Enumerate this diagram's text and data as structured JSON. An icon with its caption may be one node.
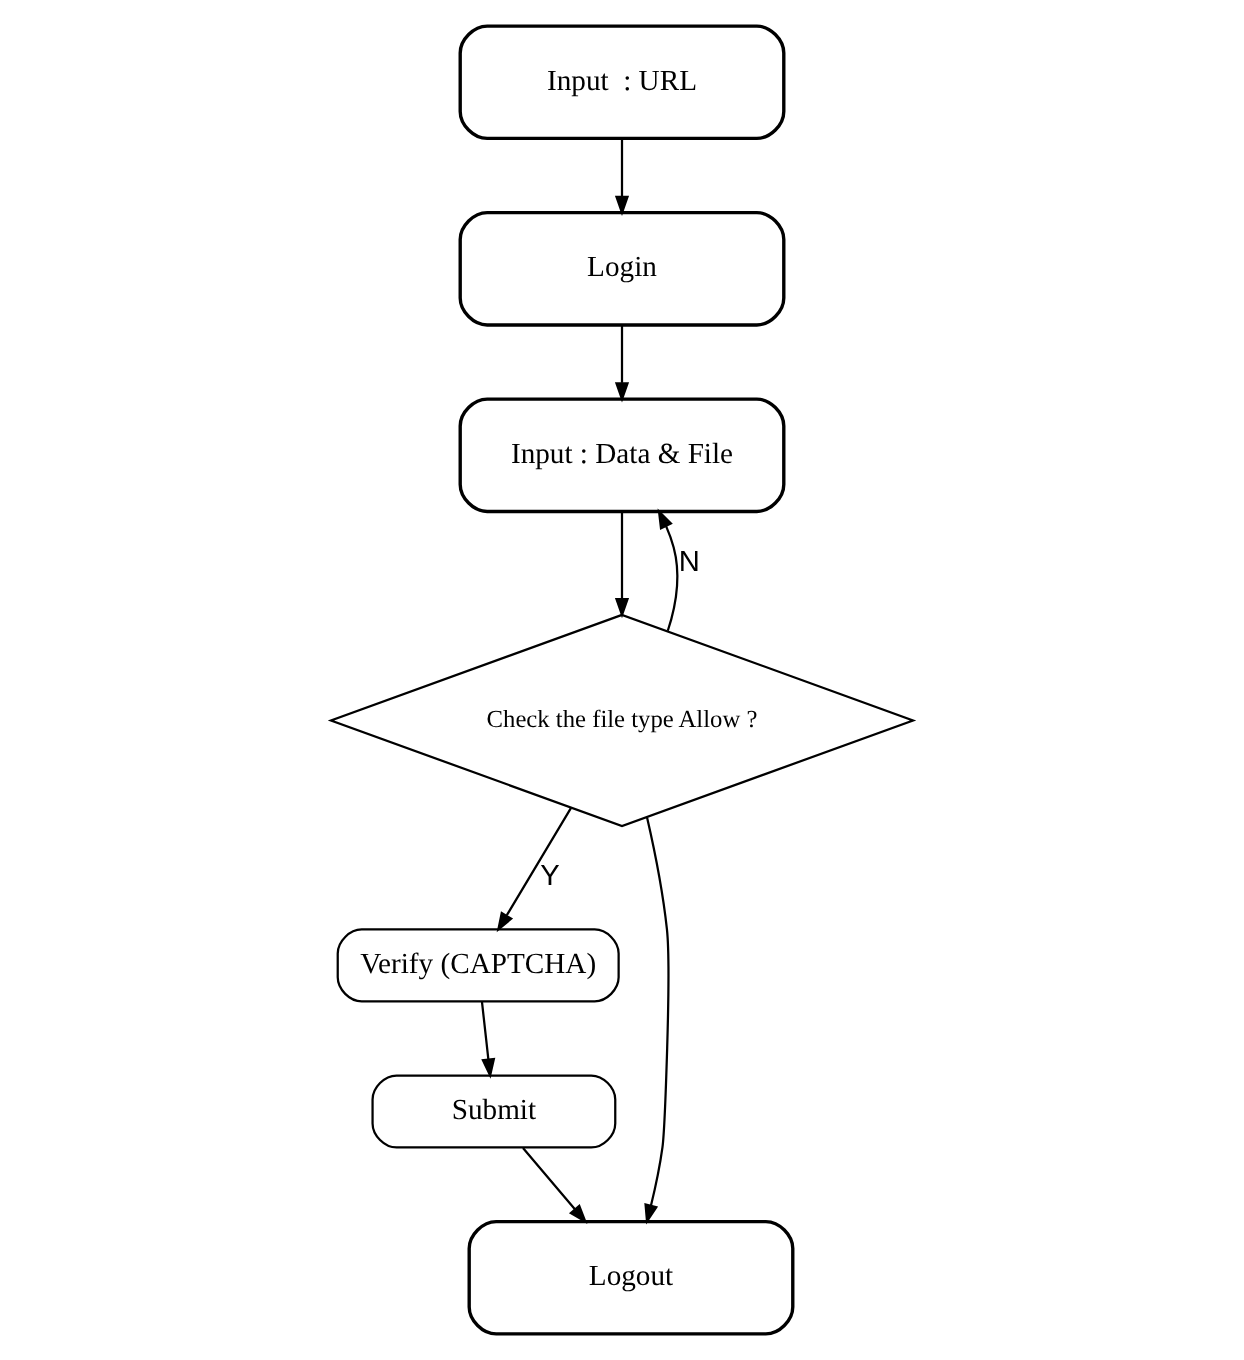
{
  "diagram": {
    "nodes": [
      {
        "text": [
          "Input  : URL"
        ]
      },
      {
        "text": [
          "Login"
        ]
      },
      {
        "text": [
          "Input : Data & File"
        ]
      },
      {
        "text": [
          "Check the file type Allow ?"
        ]
      },
      {
        "text": [
          "Verify (CAPTCHA)"
        ]
      },
      {
        "text": [
          "Submit"
        ]
      },
      {
        "text": [
          "Logout"
        ]
      }
    ],
    "edges": [
      {
        "from": 0,
        "to": 1,
        "arrow": "to"
      },
      {
        "from": 1,
        "to": 2,
        "arrow": "to"
      },
      {
        "from": 2,
        "to": 3,
        "arrow": "to"
      },
      {
        "from": 3,
        "to": 2,
        "arrow": "to",
        "label": "N"
      },
      {
        "from": 3,
        "to": 4,
        "arrow": "to",
        "label": "Y"
      },
      {
        "from": 4,
        "to": 5,
        "arrow": "to"
      },
      {
        "from": 3,
        "to": 6,
        "arrow": "to"
      },
      {
        "from": 5,
        "to": 6,
        "arrow": "to"
      }
    ]
  }
}
